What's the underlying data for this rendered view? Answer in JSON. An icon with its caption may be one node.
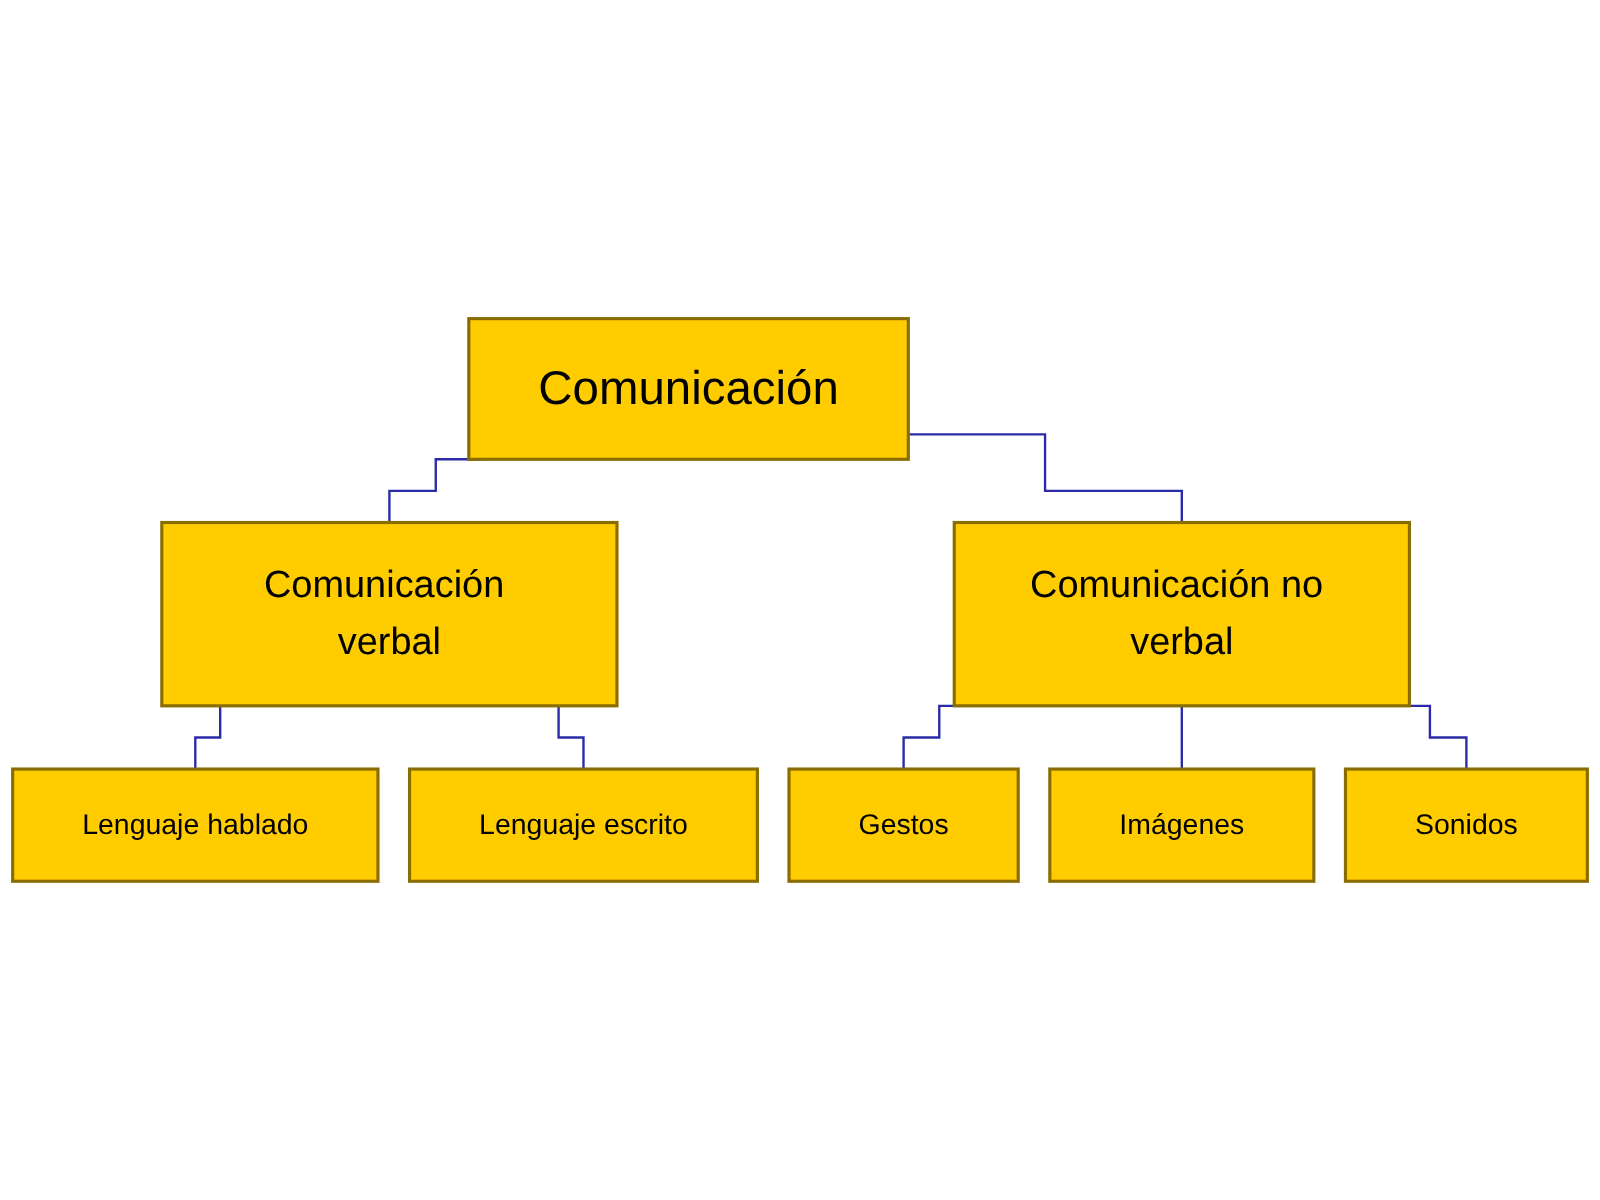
{
  "diagram": {
    "nodes": [
      {
        "text": [
          "Comunicación"
        ]
      },
      {
        "text": [
          "Comunicación verbal"
        ]
      },
      {
        "text": [
          "Comunicación no verbal"
        ]
      },
      {
        "text": [
          "Lenguaje hablado"
        ]
      },
      {
        "text": [
          "Lenguaje escrito"
        ]
      },
      {
        "text": [
          "Gestos"
        ]
      },
      {
        "text": [
          "Imágenes"
        ]
      },
      {
        "text": [
          "Sonidos"
        ]
      }
    ],
    "edges": [
      {
        "from": 0,
        "to": 1,
        "arrow": "none"
      },
      {
        "from": 0,
        "to": 2,
        "arrow": "none"
      },
      {
        "from": 1,
        "to": 3,
        "arrow": "none"
      },
      {
        "from": 1,
        "to": 4,
        "arrow": "none"
      },
      {
        "from": 2,
        "to": 5,
        "arrow": "none"
      },
      {
        "from": 2,
        "to": 6,
        "arrow": "none"
      },
      {
        "from": 2,
        "to": 7,
        "arrow": "none"
      }
    ]
  }
}
